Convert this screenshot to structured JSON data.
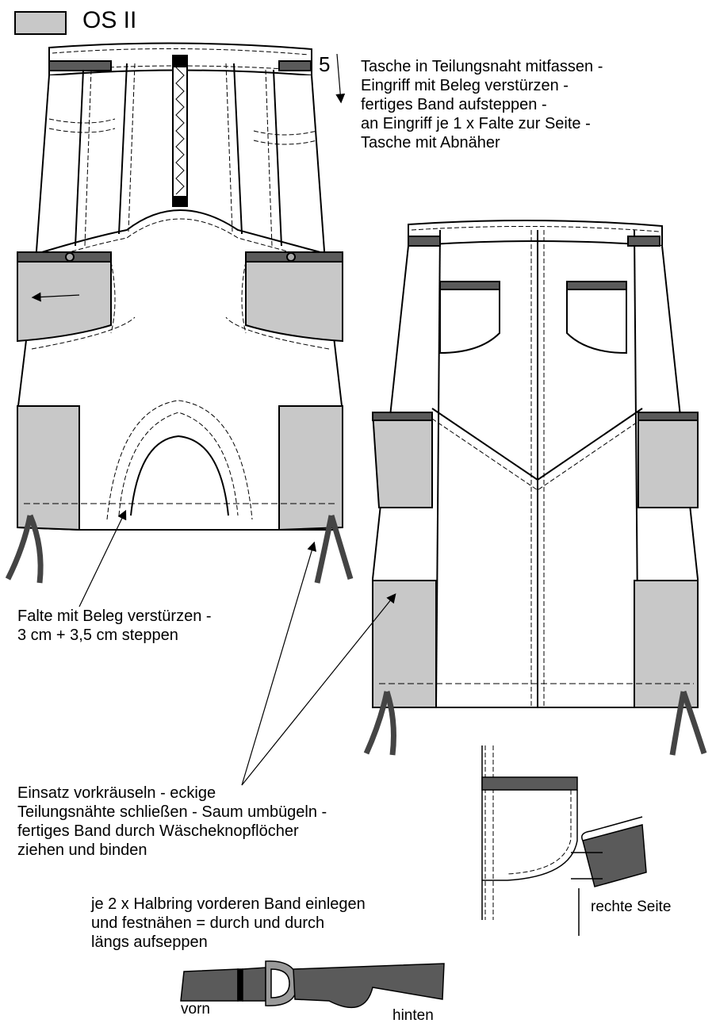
{
  "header": {
    "title": "OS II",
    "swatch_color": "#c8c8c8"
  },
  "step_number": "5",
  "notes": {
    "pocket": [
      "Tasche in Teilungsnaht mitfassen -",
      "Eingriff mit Beleg verstürzen -",
      "fertiges Band aufsteppen -",
      "an Eingriff je 1 x Falte zur Seite -",
      "Tasche mit Abnäher"
    ],
    "fold": [
      "Falte mit Beleg verstürzen -",
      "3 cm + 3,5 cm steppen"
    ],
    "insert": [
      "Einsatz vorkräuseln - eckige",
      "Teilungsnähte schließen - Saum umbügeln -",
      "fertiges Band durch Wäscheknopflöcher",
      "ziehen und binden"
    ],
    "ring": [
      "je 2 x Halbring vorderen Band einlegen",
      "und festnähen = durch und durch",
      "längs aufseppen"
    ]
  },
  "labels": {
    "right_side": "rechte Seite",
    "front": "vorn",
    "back": "hinten"
  },
  "colors": {
    "fill_gray": "#c8c8c8",
    "band_dark": "#5a5a5a",
    "outline": "#000000"
  }
}
